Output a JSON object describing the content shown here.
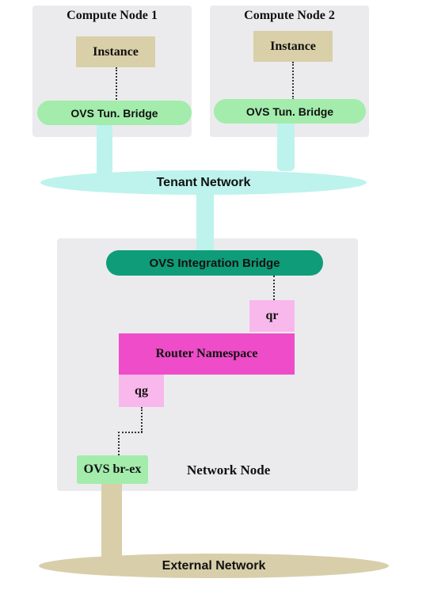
{
  "compute_node_1": {
    "title": "Compute Node 1",
    "instance_label": "Instance",
    "ovs_label": "OVS Tun. Bridge"
  },
  "compute_node_2": {
    "title": "Compute Node 2",
    "instance_label": "Instance",
    "ovs_label": "OVS Tun. Bridge"
  },
  "tenant_network": {
    "label": "Tenant Network"
  },
  "network_node": {
    "title": "Network Node",
    "integration_bridge_label": "OVS Integration Bridge",
    "qr_label": "qr",
    "router_namespace_label": "Router Namespace",
    "qg_label": "qg",
    "br_ex_label": "OVS br-ex"
  },
  "external_network": {
    "label": "External Network"
  },
  "colors": {
    "node_background": "#ebebee",
    "instance": "#d9cfa8",
    "ovs_bridge": "#a3ecac",
    "tenant_network": "#bdf3ec",
    "integration_bridge": "#0f9c78",
    "port": "#f8b8ec",
    "router_namespace": "#ee4cc8",
    "external_network": "#d8ceaa"
  }
}
